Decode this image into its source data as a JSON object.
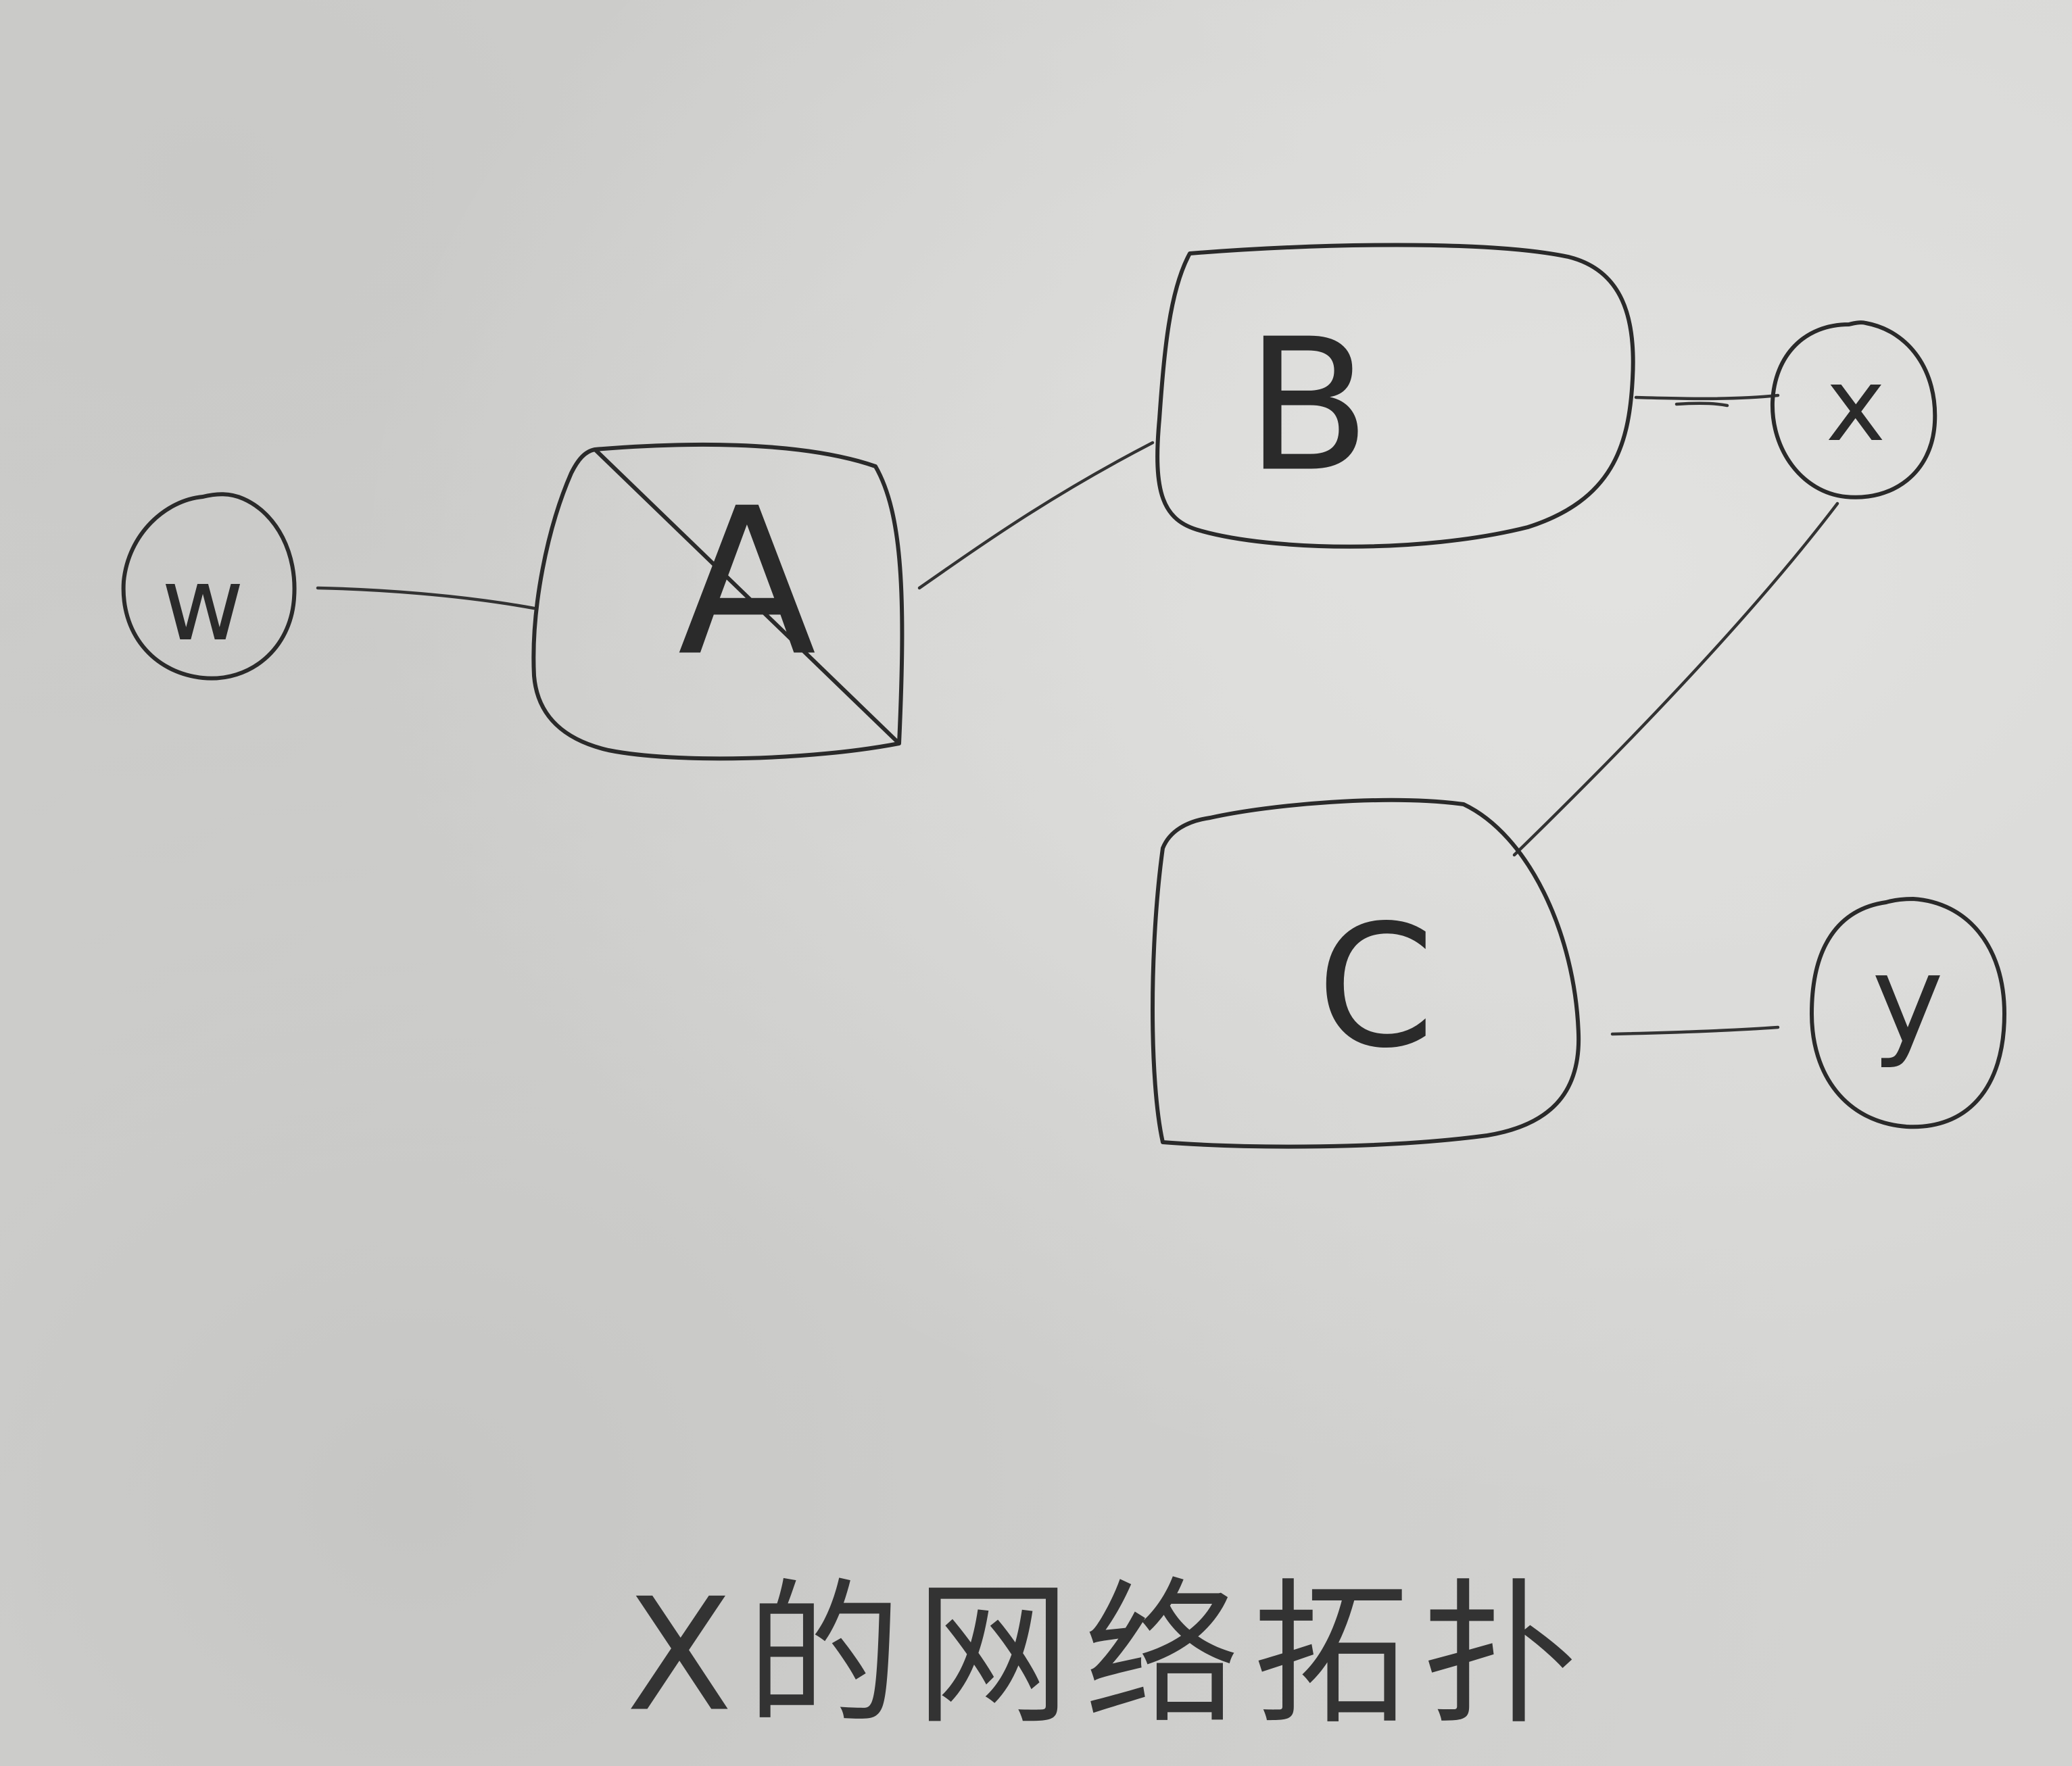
{
  "diagram": {
    "caption": "X的网络拓扑",
    "nodes": {
      "w": {
        "label": "w",
        "shape": "circle"
      },
      "a": {
        "label": "A",
        "shape": "box"
      },
      "b": {
        "label": "B",
        "shape": "box"
      },
      "x": {
        "label": "x",
        "shape": "circle"
      },
      "c": {
        "label": "C",
        "shape": "box"
      },
      "y": {
        "label": "y",
        "shape": "circle"
      }
    },
    "edges": [
      {
        "from": "w",
        "to": "A"
      },
      {
        "from": "A",
        "to": "B"
      },
      {
        "from": "B",
        "to": "x"
      },
      {
        "from": "x",
        "to": "C"
      },
      {
        "from": "C",
        "to": "y"
      }
    ],
    "ink_color": "#2a2a2a"
  }
}
